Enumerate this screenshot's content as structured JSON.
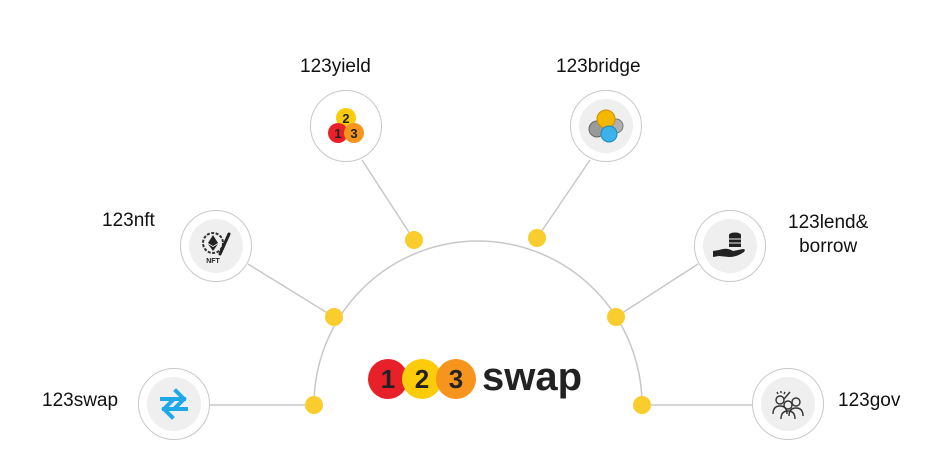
{
  "logo": {
    "digits": [
      "1",
      "2",
      "3"
    ],
    "text": "swap",
    "colors": [
      "#e8202a",
      "#fccb0a",
      "#f7941d"
    ]
  },
  "accent_dot_color": "#f9cd2e",
  "nodes": [
    {
      "id": "swap",
      "label": "123swap",
      "icon": "swap-arrows-icon"
    },
    {
      "id": "nft",
      "label": "123nft",
      "icon": "nft-ethereum-brush-icon"
    },
    {
      "id": "yield",
      "label": "123yield",
      "icon": "yield-123-balls-icon"
    },
    {
      "id": "bridge",
      "label": "123bridge",
      "icon": "bridge-coins-icon"
    },
    {
      "id": "lend",
      "label": "123lend&\nborrow",
      "label_line1": "123lend&",
      "label_line2": "borrow",
      "icon": "hand-coins-icon"
    },
    {
      "id": "gov",
      "label": "123gov",
      "icon": "governance-people-icon"
    }
  ]
}
